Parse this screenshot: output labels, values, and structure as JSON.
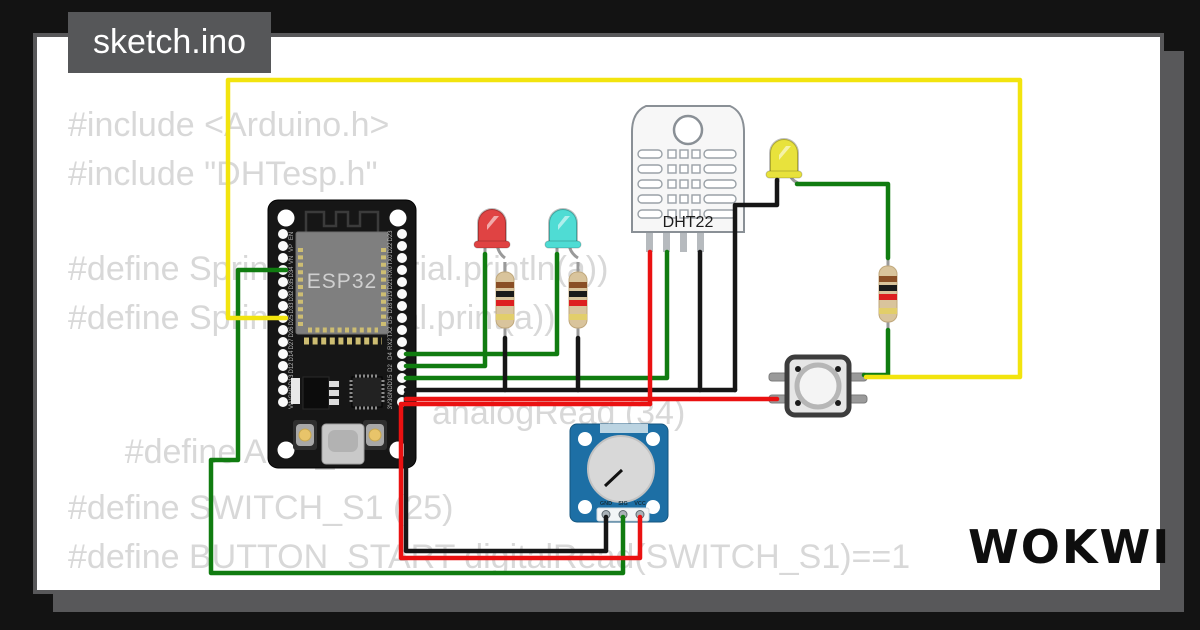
{
  "window": {
    "title": "sketch.ino"
  },
  "code": {
    "lines": [
      "#include <Arduino.h>",
      "#include \"DHTesp.h\"",
      "#define Sprintln(a) (Serial.println(a))",
      "#define Sprint(a) (Serial.print(a))"
    ],
    "adc_line": {
      "left": "#define ADC_",
      "right": "analogRead (34)"
    },
    "lines_bottom": [
      "#define SWITCH_S1 (25)",
      "#define BUTTON_START digitalRead(SWITCH_S1)==1"
    ]
  },
  "circuit": {
    "esp32": {
      "label": "ESP32",
      "board_color": "#161616",
      "module_color": "#7f7f7f",
      "left_pins": [
        "EN",
        "VP",
        "VN",
        "D34",
        "D35",
        "D32",
        "D33",
        "D25",
        "D26",
        "D27",
        "D14",
        "D12",
        "D13",
        "GND",
        "VIN"
      ],
      "right_pins": [
        "D23",
        "D22",
        "TX0",
        "RX0",
        "D21",
        "D19",
        "D18",
        "D5",
        "TX2",
        "RX2",
        "D4",
        "D2",
        "D15",
        "GND",
        "3V3"
      ]
    },
    "dht22": {
      "label": "DHT22",
      "body_color": "#f7f7f7"
    },
    "potentiometer": {
      "board_color": "#1d6fa5",
      "pin_labels": [
        "GND",
        "SIG",
        "VCC"
      ]
    },
    "pushbutton": {
      "body_color": "#e6e6e6"
    },
    "leds": [
      {
        "name": "red-led",
        "hex": "#e04343"
      },
      {
        "name": "cyan-led",
        "hex": "#4fdcd4"
      },
      {
        "name": "yellow-led",
        "hex": "#e8e23c"
      }
    ],
    "resistor_bands": [
      {
        "name": "brown",
        "hex": "#8a4f26"
      },
      {
        "name": "black",
        "hex": "#1a1a1a"
      },
      {
        "name": "red",
        "hex": "#dd2020"
      },
      {
        "name": "gold",
        "hex": "#e2ce6a"
      }
    ],
    "wires": {
      "yellow": "#f2e40e",
      "green": "#107c10",
      "red": "#ea1111",
      "black": "#161616"
    }
  },
  "logo": {
    "text": "WOKWI"
  },
  "frame": {
    "background": "#131313",
    "card_shadow": "#58585a",
    "tab_background": "#565759",
    "code_text": "#d8d8d8"
  }
}
